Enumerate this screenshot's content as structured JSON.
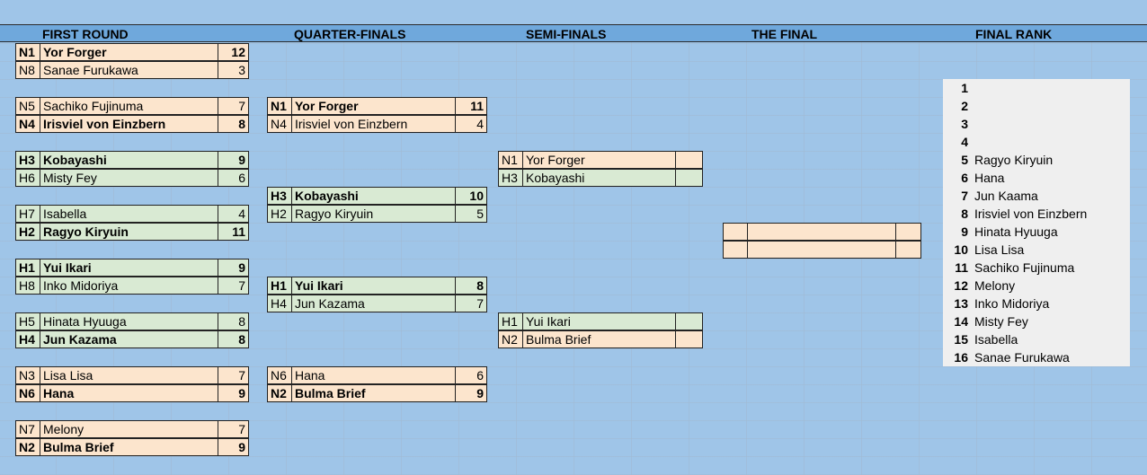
{
  "headers": {
    "first_round": "FIRST ROUND",
    "quarter_finals": "QUARTER-FINALS",
    "semi_finals": "SEMI-FINALS",
    "the_final": "THE FINAL",
    "final_rank": "FINAL RANK"
  },
  "first_round": [
    {
      "seed": "N1",
      "name": "Yor Forger",
      "score": "12",
      "winner": true,
      "color": "orange"
    },
    {
      "seed": "N8",
      "name": "Sanae Furukawa",
      "score": "3",
      "winner": false,
      "color": "orange"
    },
    {
      "seed": "N5",
      "name": "Sachiko Fujinuma",
      "score": "7",
      "winner": false,
      "color": "orange"
    },
    {
      "seed": "N4",
      "name": "Irisviel von Einzbern",
      "score": "8",
      "winner": true,
      "color": "orange"
    },
    {
      "seed": "H3",
      "name": "Kobayashi",
      "score": "9",
      "winner": true,
      "color": "green"
    },
    {
      "seed": "H6",
      "name": "Misty Fey",
      "score": "6",
      "winner": false,
      "color": "green"
    },
    {
      "seed": "H7",
      "name": "Isabella",
      "score": "4",
      "winner": false,
      "color": "green"
    },
    {
      "seed": "H2",
      "name": "Ragyo Kiryuin",
      "score": "11",
      "winner": true,
      "color": "green"
    },
    {
      "seed": "H1",
      "name": "Yui Ikari",
      "score": "9",
      "winner": true,
      "color": "green"
    },
    {
      "seed": "H8",
      "name": "Inko Midoriya",
      "score": "7",
      "winner": false,
      "color": "green"
    },
    {
      "seed": "H5",
      "name": "Hinata Hyuuga",
      "score": "8",
      "winner": false,
      "color": "green"
    },
    {
      "seed": "H4",
      "name": "Jun Kazama",
      "score": "8",
      "winner": true,
      "color": "green"
    },
    {
      "seed": "N3",
      "name": "Lisa Lisa",
      "score": "7",
      "winner": false,
      "color": "orange"
    },
    {
      "seed": "N6",
      "name": "Hana",
      "score": "9",
      "winner": true,
      "color": "orange"
    },
    {
      "seed": "N7",
      "name": "Melony",
      "score": "7",
      "winner": false,
      "color": "orange"
    },
    {
      "seed": "N2",
      "name": "Bulma Brief",
      "score": "9",
      "winner": true,
      "color": "orange"
    }
  ],
  "quarter_finals": [
    {
      "seed": "N1",
      "name": "Yor Forger",
      "score": "11",
      "winner": true,
      "color": "orange"
    },
    {
      "seed": "N4",
      "name": "Irisviel von Einzbern",
      "score": "4",
      "winner": false,
      "color": "orange"
    },
    {
      "seed": "H3",
      "name": "Kobayashi",
      "score": "10",
      "winner": true,
      "color": "green"
    },
    {
      "seed": "H2",
      "name": "Ragyo Kiryuin",
      "score": "5",
      "winner": false,
      "color": "green"
    },
    {
      "seed": "H1",
      "name": "Yui Ikari",
      "score": "8",
      "winner": true,
      "color": "green"
    },
    {
      "seed": "H4",
      "name": "Jun Kazama",
      "score": "7",
      "winner": false,
      "color": "green"
    },
    {
      "seed": "N6",
      "name": "Hana",
      "score": "6",
      "winner": false,
      "color": "orange"
    },
    {
      "seed": "N2",
      "name": "Bulma Brief",
      "score": "9",
      "winner": true,
      "color": "orange"
    }
  ],
  "semi_finals": [
    {
      "seed": "N1",
      "name": "Yor Forger",
      "score": "",
      "winner": false,
      "color": "orange"
    },
    {
      "seed": "H3",
      "name": "Kobayashi",
      "score": "",
      "winner": false,
      "color": "green"
    },
    {
      "seed": "H1",
      "name": "Yui Ikari",
      "score": "",
      "winner": false,
      "color": "green"
    },
    {
      "seed": "N2",
      "name": "Bulma Brief",
      "score": "",
      "winner": false,
      "color": "orange"
    }
  ],
  "final": [
    {
      "seed": "",
      "name": "",
      "score": "",
      "winner": false,
      "color": "orange"
    },
    {
      "seed": "",
      "name": "",
      "score": "",
      "winner": false,
      "color": "orange"
    }
  ],
  "final_rank": [
    {
      "rank": "1",
      "name": ""
    },
    {
      "rank": "2",
      "name": ""
    },
    {
      "rank": "3",
      "name": ""
    },
    {
      "rank": "4",
      "name": ""
    },
    {
      "rank": "5",
      "name": "Ragyo Kiryuin"
    },
    {
      "rank": "6",
      "name": "Hana"
    },
    {
      "rank": "7",
      "name": "Jun Kaama"
    },
    {
      "rank": "8",
      "name": "Irisviel von Einzbern"
    },
    {
      "rank": "9",
      "name": "Hinata Hyuuga"
    },
    {
      "rank": "10",
      "name": "Lisa Lisa"
    },
    {
      "rank": "11",
      "name": "Sachiko Fujinuma"
    },
    {
      "rank": "12",
      "name": "Melony"
    },
    {
      "rank": "13",
      "name": "Inko Midoriya"
    },
    {
      "rank": "14",
      "name": "Misty Fey"
    },
    {
      "rank": "15",
      "name": "Isabella"
    },
    {
      "rank": "16",
      "name": "Sanae Furukawa"
    }
  ],
  "colors": {
    "background": "#9fc5e8",
    "header": "#6fa8dc",
    "orange_cell": "#fce5cd",
    "green_cell": "#d9ead3",
    "rank_panel": "#efefef"
  }
}
